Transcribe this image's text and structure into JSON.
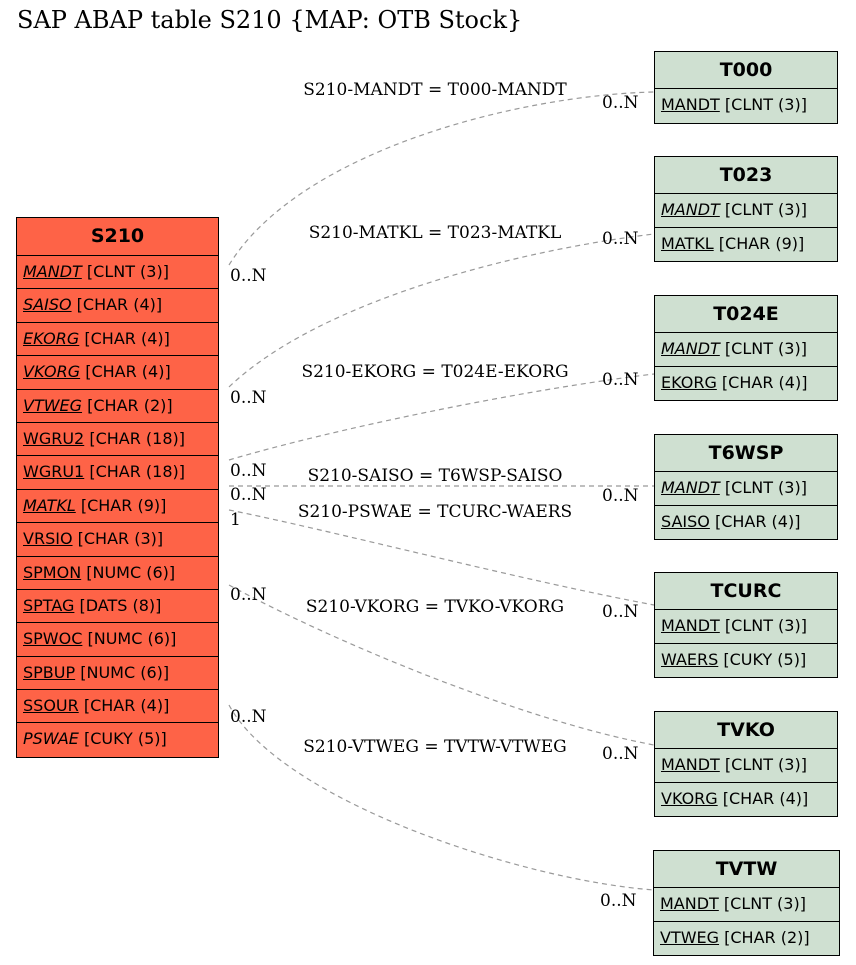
{
  "title": "SAP ABAP table S210 {MAP: OTB Stock}",
  "main_table": {
    "name": "S210",
    "fields": [
      {
        "name": "MANDT",
        "type": "[CLNT (3)]",
        "key": true,
        "italic": true
      },
      {
        "name": "SAISO",
        "type": "[CHAR (4)]",
        "key": true,
        "italic": true
      },
      {
        "name": "EKORG",
        "type": "[CHAR (4)]",
        "key": true,
        "italic": true
      },
      {
        "name": "VKORG",
        "type": "[CHAR (4)]",
        "key": true,
        "italic": true
      },
      {
        "name": "VTWEG",
        "type": "[CHAR (2)]",
        "key": true,
        "italic": true
      },
      {
        "name": "WGRU2",
        "type": "[CHAR (18)]",
        "key": true,
        "italic": false
      },
      {
        "name": "WGRU1",
        "type": "[CHAR (18)]",
        "key": true,
        "italic": false
      },
      {
        "name": "MATKL",
        "type": "[CHAR (9)]",
        "key": true,
        "italic": true
      },
      {
        "name": "VRSIO",
        "type": "[CHAR (3)]",
        "key": true,
        "italic": false
      },
      {
        "name": "SPMON",
        "type": "[NUMC (6)]",
        "key": true,
        "italic": false
      },
      {
        "name": "SPTAG",
        "type": "[DATS (8)]",
        "key": true,
        "italic": false
      },
      {
        "name": "SPWOC",
        "type": "[NUMC (6)]",
        "key": true,
        "italic": false
      },
      {
        "name": "SPBUP",
        "type": "[NUMC (6)]",
        "key": true,
        "italic": false
      },
      {
        "name": "SSOUR",
        "type": "[CHAR (4)]",
        "key": true,
        "italic": false
      },
      {
        "name": "PSWAE",
        "type": "[CUKY (5)]",
        "key": false,
        "italic": true
      }
    ]
  },
  "ref_tables": [
    {
      "name": "T000",
      "fields": [
        {
          "name": "MANDT",
          "type": "[CLNT (3)]",
          "key": true,
          "italic": false
        }
      ]
    },
    {
      "name": "T023",
      "fields": [
        {
          "name": "MANDT",
          "type": "[CLNT (3)]",
          "key": true,
          "italic": true
        },
        {
          "name": "MATKL",
          "type": "[CHAR (9)]",
          "key": true,
          "italic": false
        }
      ]
    },
    {
      "name": "T024E",
      "fields": [
        {
          "name": "MANDT",
          "type": "[CLNT (3)]",
          "key": true,
          "italic": true
        },
        {
          "name": "EKORG",
          "type": "[CHAR (4)]",
          "key": true,
          "italic": false
        }
      ]
    },
    {
      "name": "T6WSP",
      "fields": [
        {
          "name": "MANDT",
          "type": "[CLNT (3)]",
          "key": true,
          "italic": true
        },
        {
          "name": "SAISO",
          "type": "[CHAR (4)]",
          "key": true,
          "italic": false
        }
      ]
    },
    {
      "name": "TCURC",
      "fields": [
        {
          "name": "MANDT",
          "type": "[CLNT (3)]",
          "key": true,
          "italic": false
        },
        {
          "name": "WAERS",
          "type": "[CUKY (5)]",
          "key": true,
          "italic": false
        }
      ]
    },
    {
      "name": "TVKO",
      "fields": [
        {
          "name": "MANDT",
          "type": "[CLNT (3)]",
          "key": true,
          "italic": false
        },
        {
          "name": "VKORG",
          "type": "[CHAR (4)]",
          "key": true,
          "italic": false
        }
      ]
    },
    {
      "name": "TVTW",
      "fields": [
        {
          "name": "MANDT",
          "type": "[CLNT (3)]",
          "key": true,
          "italic": false
        },
        {
          "name": "VTWEG",
          "type": "[CHAR (2)]",
          "key": true,
          "italic": false
        }
      ]
    }
  ],
  "relations": [
    {
      "label": "S210-MANDT = T000-MANDT",
      "from_card": "0..N",
      "to_card": "0..N"
    },
    {
      "label": "S210-MATKL = T023-MATKL",
      "from_card": "0..N",
      "to_card": "0..N"
    },
    {
      "label": "S210-EKORG = T024E-EKORG",
      "from_card": "0..N",
      "to_card": "0..N"
    },
    {
      "label": "S210-SAISO = T6WSP-SAISO",
      "from_card": "0..N",
      "to_card": "0..N"
    },
    {
      "label": "S210-PSWAE = TCURC-WAERS",
      "from_card": "1",
      "to_card": "0..N"
    },
    {
      "label": "S210-VKORG = TVKO-VKORG",
      "from_card": "0..N",
      "to_card": "0..N"
    },
    {
      "label": "S210-VTWEG = TVTW-VTWEG",
      "from_card": "0..N",
      "to_card": "0..N"
    }
  ],
  "colors": {
    "main_fill": "#fe6347",
    "ref_fill": "#cfe0d1",
    "line": "#999999"
  }
}
